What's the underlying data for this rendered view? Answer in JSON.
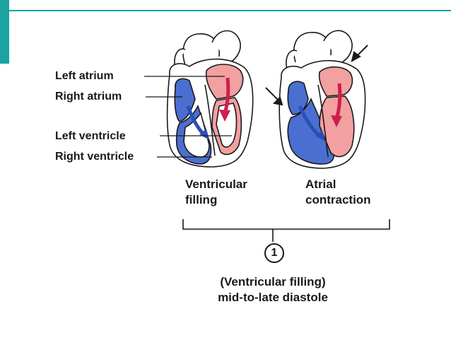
{
  "labels": {
    "left_atrium": "Left atrium",
    "right_atrium": "Right atrium",
    "left_ventricle": "Left ventricle",
    "right_ventricle": "Right ventricle"
  },
  "captions": {
    "ventricular_filling_line1": "Ventricular",
    "ventricular_filling_line2": "filling",
    "atrial_contraction_line1": "Atrial",
    "atrial_contraction_line2": "contraction"
  },
  "phase": {
    "number": "1",
    "line1": "(Ventricular filling)",
    "line2": "mid-to-late diastole"
  },
  "colors": {
    "accent": "#1aa3a0",
    "oxygen_poor": "#4a6fd1",
    "oxygen_rich": "#f2a0a0",
    "flow_arrow_red": "#cc1f4e",
    "flow_arrow_blue": "#2a4fb8"
  }
}
